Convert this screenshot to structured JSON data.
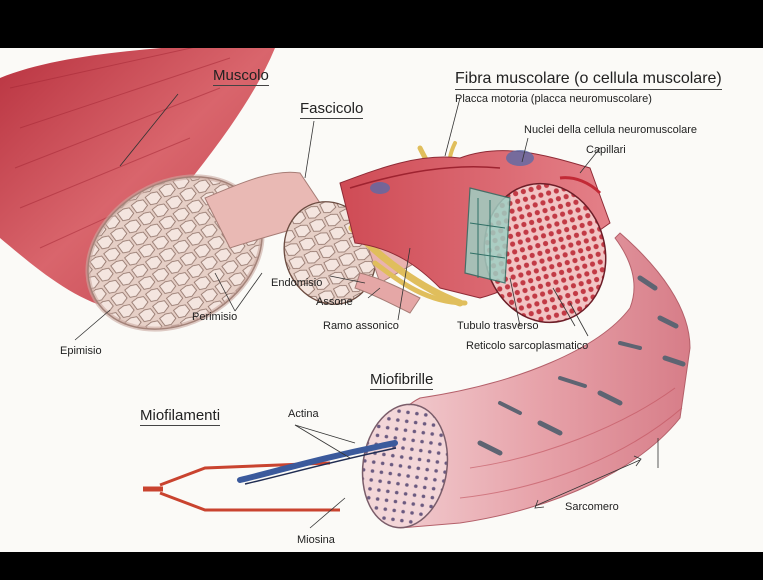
{
  "labels": {
    "muscolo": "Muscolo",
    "fascicolo": "Fascicolo",
    "fibra": "Fibra muscolare (o cellula muscolare)",
    "placca": "Placca motoria (placca neuromuscolare)",
    "nuclei": "Nuclei della cellula neuromuscolare",
    "capillari": "Capillari",
    "endomisio": "Endomisio",
    "assone": "Assone",
    "perimisio": "Perimisio",
    "ramo": "Ramo assonico",
    "epimisio": "Epimisio",
    "tubulo": "Tubulo trasverso",
    "reticolo": "Reticolo sarcoplasmatico",
    "miofibrille": "Miofibrille",
    "miofilamenti": "Miofilamenti",
    "actina": "Actina",
    "miosina": "Miosina",
    "sarcomero": "Sarcomero"
  },
  "colors": {
    "muscle": "#c9424f",
    "muscle_light": "#e9a7ab",
    "fascia": "#e8c7c0",
    "nerve": "#e6c86a",
    "myofibril": "#d98a93",
    "band": "#6a7080",
    "actin": "#3b5a9c",
    "ink": "#222222"
  }
}
